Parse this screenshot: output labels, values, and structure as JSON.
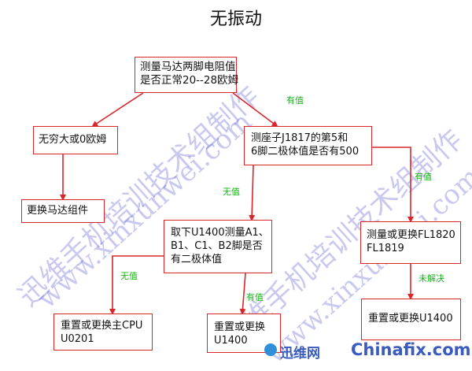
{
  "title": "无振动",
  "nodes": {
    "n1": {
      "lines": [
        "测量马达两脚电阻值",
        "是否正常20--28欧姆"
      ]
    },
    "n2": {
      "lines": [
        "无穷大或0欧姆"
      ]
    },
    "n3": {
      "lines": [
        "更换马达组件"
      ]
    },
    "n4": {
      "lines": [
        "测座子J1817的第5和",
        "6脚二极体值是否有500"
      ]
    },
    "n5": {
      "lines": [
        "取下U1400测量A1、",
        "B1、C1、B2脚是否",
        "有二极体值"
      ]
    },
    "n6": {
      "lines": [
        "测量或更换FL1820",
        "FL1819"
      ]
    },
    "n7": {
      "lines": [
        "重置或更换主CPU",
        "U0201"
      ]
    },
    "n8": {
      "lines": [
        "重置或更换",
        "U1400"
      ]
    },
    "n9": {
      "lines": [
        "重置或更换U1400"
      ]
    }
  },
  "edge_labels": {
    "e_n1_n4": "有值",
    "e_n4_n5": "无值",
    "e_n4_n6": "有值",
    "e_n5_n7": "无值",
    "e_n5_n8": "有值",
    "e_n6_n9": "未解决"
  },
  "watermark": {
    "text_cn": "迅维手机培训技术组制作",
    "text_url": "www.xinxunwei.com"
  },
  "footer": {
    "logo_left": "迅维网",
    "logo_right": "Chinafix.com"
  },
  "colors": {
    "line": "#d9262b",
    "edge_label": "#19b319",
    "watermark": "#3c3cc8"
  }
}
